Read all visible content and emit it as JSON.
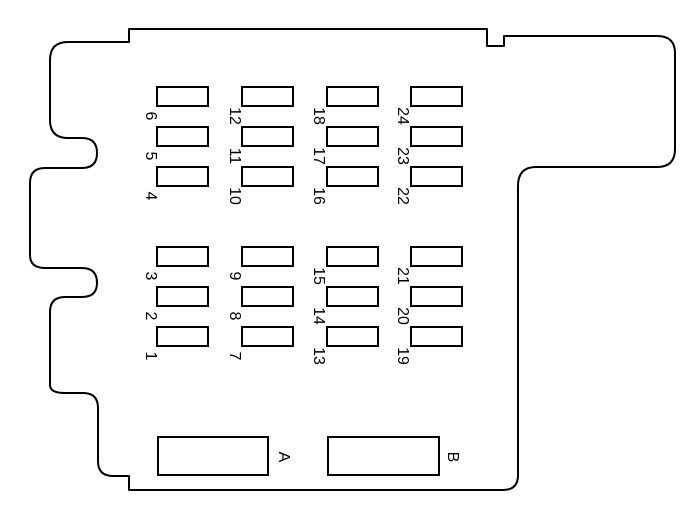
{
  "fuse_labels": {
    "f1": "1",
    "f2": "2",
    "f3": "3",
    "f4": "4",
    "f5": "5",
    "f6": "6",
    "f7": "7",
    "f8": "8",
    "f9": "9",
    "f10": "10",
    "f11": "11",
    "f12": "12",
    "f13": "13",
    "f14": "14",
    "f15": "15",
    "f16": "16",
    "f17": "17",
    "f18": "18",
    "f19": "19",
    "f20": "20",
    "f21": "21",
    "f22": "22",
    "f23": "23",
    "f24": "24"
  },
  "relay_labels": {
    "a": "A",
    "b": "B"
  }
}
